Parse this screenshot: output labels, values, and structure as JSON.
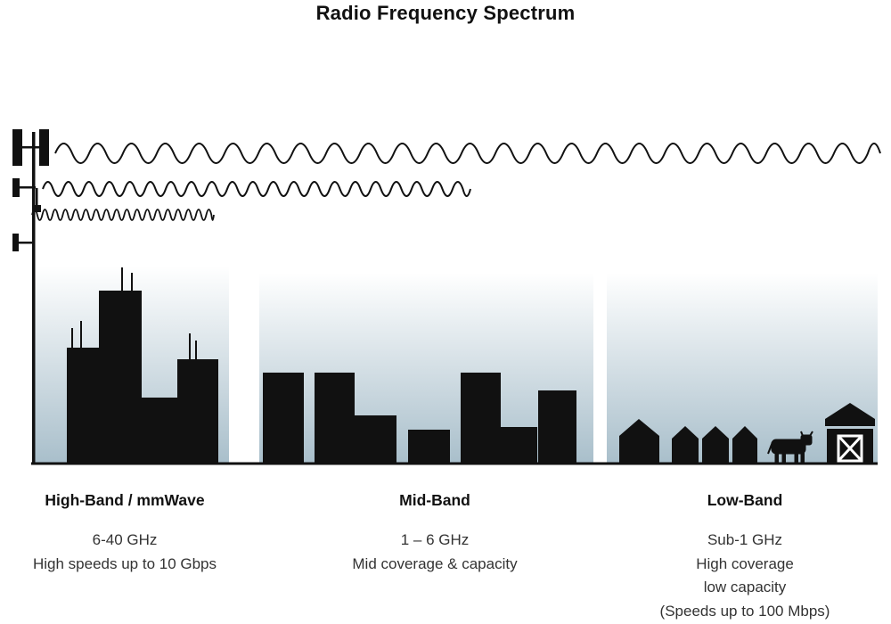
{
  "title": "Radio Frequency Spectrum",
  "bands": [
    {
      "name": "High-Band / mmWave",
      "lines": [
        "6-40 GHz",
        "High speeds up to 10 Gbps"
      ]
    },
    {
      "name": "Mid-Band",
      "lines": [
        "1 – 6 GHz",
        "Mid coverage & capacity"
      ]
    },
    {
      "name": "Low-Band",
      "lines": [
        "Sub-1 GHz",
        "High coverage",
        "low capacity",
        "(Speeds up to 100 Mbps)"
      ]
    }
  ],
  "colors": {
    "ink": "#111111",
    "text": "#333333",
    "gradient_bottom": "#a9bfcb"
  },
  "icons": [
    "cell-tower-icon",
    "radio-wave-long-icon",
    "radio-wave-medium-icon",
    "radio-wave-short-icon",
    "city-skyline-icon",
    "midrise-buildings-icon",
    "houses-icon",
    "cow-icon",
    "barn-icon"
  ]
}
